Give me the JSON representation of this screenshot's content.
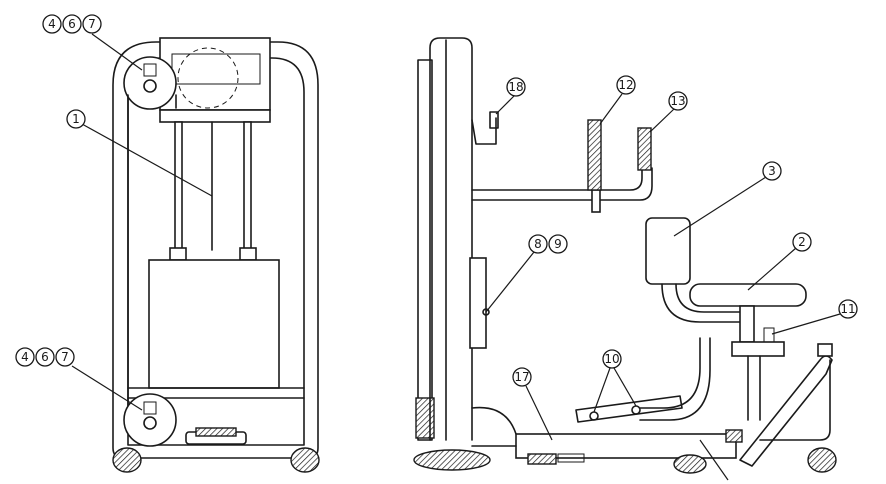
{
  "callouts": {
    "front_top": [
      "4",
      "6",
      "7"
    ],
    "front_bottom": [
      "4",
      "6",
      "7"
    ],
    "cable": "1",
    "seat_back": "3",
    "seat": "2",
    "seat_adjust": "11",
    "handle_left": "12",
    "handle_right": "13",
    "lever_knob": "18",
    "pin": [
      "8",
      "9"
    ],
    "foot_bar": "10",
    "base_beam": "17"
  },
  "colors": {
    "line": "#1a1a1a",
    "background": "#ffffff",
    "hatch": "#1a1a1a"
  }
}
